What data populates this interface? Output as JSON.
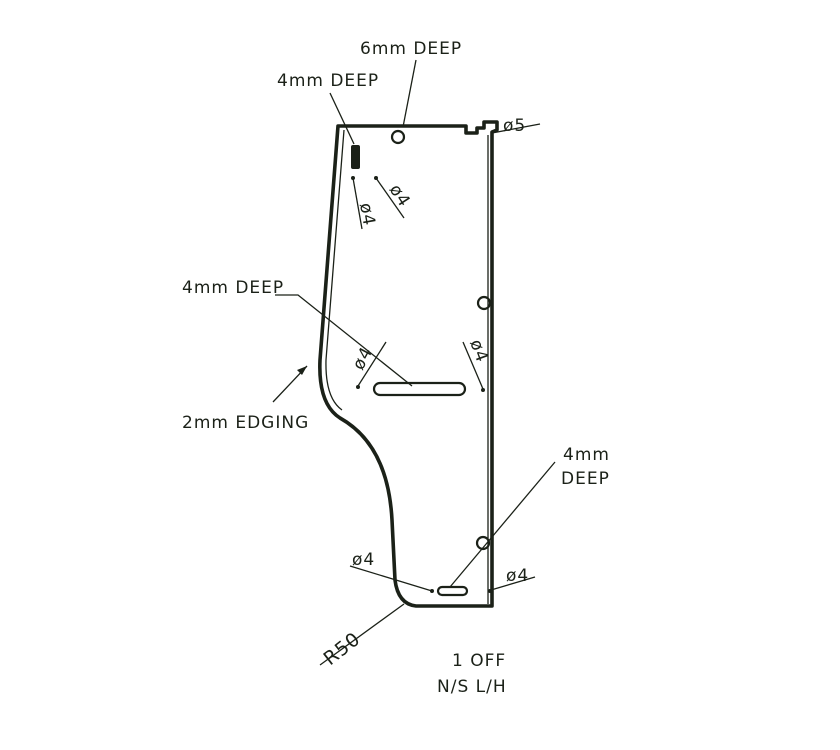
{
  "labels": {
    "deep_6mm": "6mm DEEP",
    "deep_4mm_top": "4mm DEEP",
    "deep_4mm_mid": "4mm DEEP",
    "deep_4mm_low_line1": "4mm",
    "deep_4mm_low_line2": "DEEP",
    "edging": "2mm EDGING",
    "dia_5": "ø5",
    "dia_4_a": "ø4",
    "dia_4_b": "ø4",
    "dia_4_c": "ø4",
    "dia_4_d": "ø4",
    "dia_4_e": "ø4",
    "dia_4_f": "ø4",
    "radius": "R50",
    "qty": "1 OFF",
    "spec": "N/S L/H"
  },
  "colors": {
    "ink": "#1b2118",
    "background": "#ffffff"
  }
}
